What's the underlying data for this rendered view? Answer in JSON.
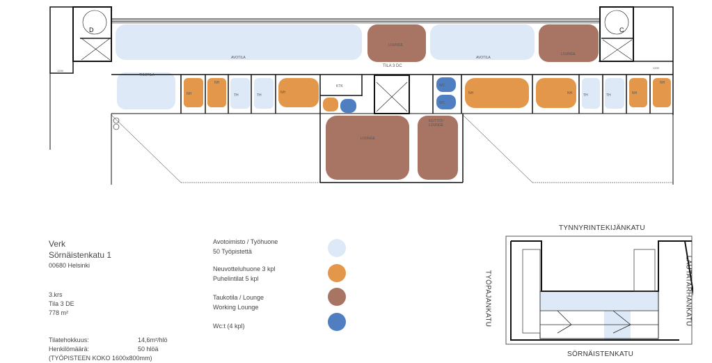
{
  "colors": {
    "open_office": "#dde9f7",
    "meeting": "#e3974a",
    "lounge": "#a87565",
    "wc": "#4f7fc0"
  },
  "plan": {
    "stair_left": "D",
    "stair_right": "C",
    "open_area_1": "AVOTILA",
    "open_area_2": "AVOTILA",
    "lounge_top_1": "LOUNGE",
    "lounge_top_2": "LOUNGE",
    "team_room": "TIIMITILA",
    "space_name": "TILA 3 DC",
    "ktk": "KTK",
    "lounge_main": "LOUNGE",
    "kitchen_lounge_1": "KEITTIÖ/",
    "kitchen_lounge_2": "LOUNGE",
    "nh": "NH",
    "th": "TH",
    "wc": "WC",
    "dim_1200": "1200"
  },
  "info": {
    "name": "Verk",
    "street": "Sörnäistenkatu 1",
    "postal": "00680 Helsinki",
    "floor": "3.krs",
    "space": "Tila 3 DE",
    "area": "778 m²",
    "efficiency_label": "Tilatehokkuus:",
    "efficiency_value": "14,6m²/hlö",
    "persons_label": "Henkilömäärä:",
    "persons_value": "50 hlöä",
    "workstation_note": "(TYÖPISTEEN KOKO 1600x800mm)"
  },
  "legend": [
    {
      "line1": "Avotoimisto / Työhuone",
      "line2": "50 Työpistettä",
      "color": "#dde9f7"
    },
    {
      "line1": "Neuvotteluhuone 3 kpl",
      "line2": "Puhelintilat 5 kpl",
      "color": "#e3974a"
    },
    {
      "line1": "Taukotila / Lounge",
      "line2": "Working Lounge",
      "color": "#a87565"
    },
    {
      "line1": "Wc:t (4 kpl)",
      "line2": "",
      "color": "#4f7fc0"
    }
  ],
  "keymap": {
    "north": "TYNNYRINTEKIJÄNKATU",
    "south": "SÖRNÄISTENKATU",
    "west": "TYÖPAJANKATU",
    "east": "LAUTATARHANKATU"
  }
}
